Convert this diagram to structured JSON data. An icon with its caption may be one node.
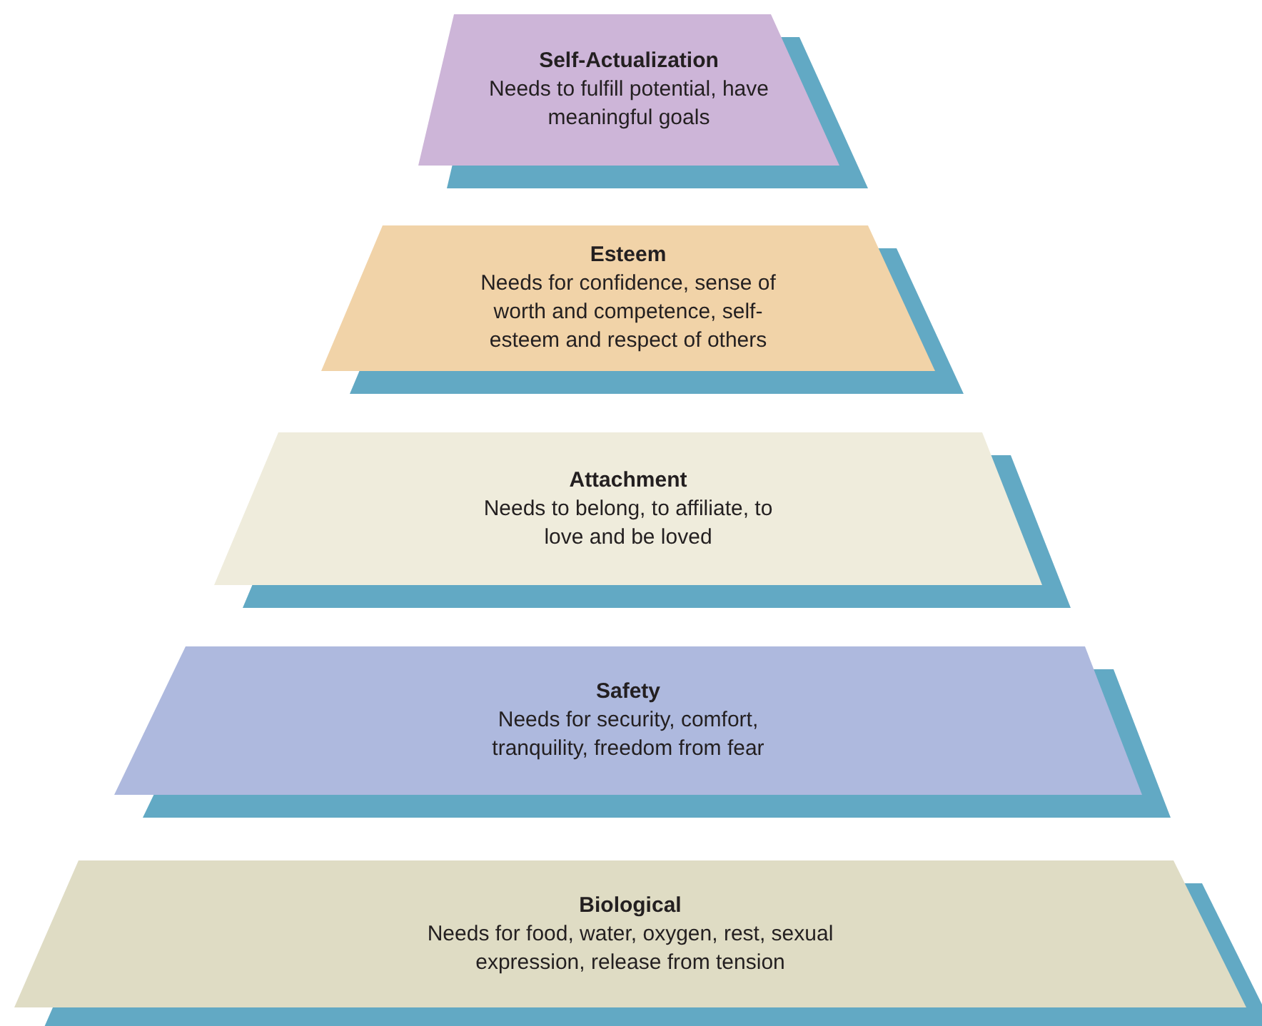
{
  "diagram": {
    "nodes": [
      {
        "text": [
          "Self-Actualization",
          "Needs to fulfill potential, have meaningful goals"
        ]
      },
      {
        "text": [
          "Esteem",
          "Needs for confidence, sense of worth and competence, self-esteem and respect of others"
        ]
      },
      {
        "text": [
          "Attachment",
          "Needs to belong, to affiliate, to love and be loved"
        ]
      },
      {
        "text": [
          "Safety",
          "Needs for security, comfort, tranquility, freedom from fear"
        ]
      },
      {
        "text": [
          "Biological",
          "Needs for food, water, oxygen, rest, sexual expression, release from tension"
        ]
      }
    ]
  }
}
